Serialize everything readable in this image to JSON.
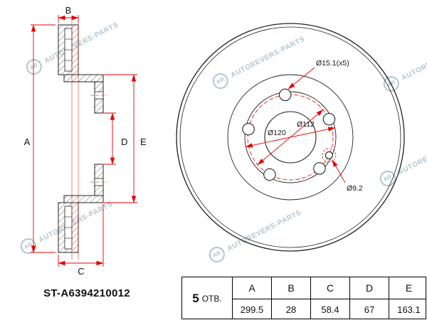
{
  "part_number": "ST-A6394210012",
  "watermark": {
    "logo_text": "AR",
    "brand_text": "AUTOREVERS-PARTS",
    "color": "#9fb6c6"
  },
  "section_view": {
    "dim_labels": [
      "A",
      "B",
      "C",
      "D",
      "E"
    ]
  },
  "front_view": {
    "bolt_hole_label": "Ø15.1(x5)",
    "pcd_label": "Ø112",
    "hub_label": "Ø120",
    "small_hole_label": "Ø9.2"
  },
  "spec_table": {
    "holes_count": "5",
    "holes_unit": "ОТВ.",
    "headers": [
      "A",
      "B",
      "C",
      "D",
      "E"
    ],
    "values": [
      "299.5",
      "28",
      "58.4",
      "67",
      "163.1"
    ]
  },
  "accent_color": "#e60000"
}
